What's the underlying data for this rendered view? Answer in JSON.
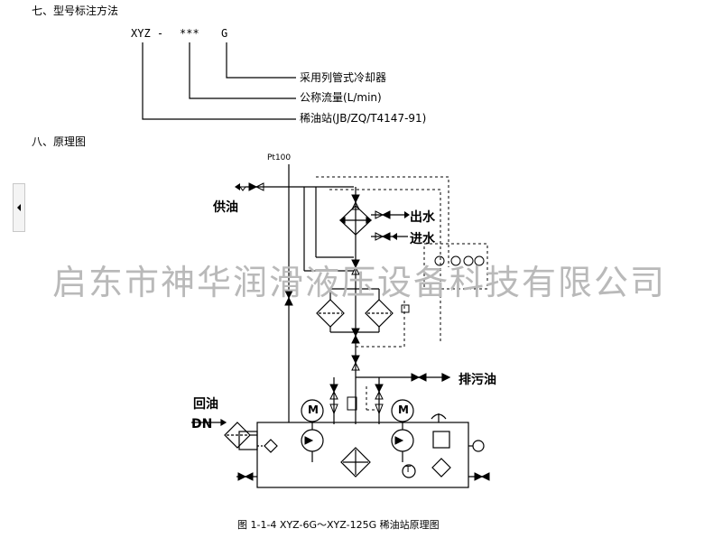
{
  "section7": {
    "title": "七、型号标注方法"
  },
  "model": {
    "xyz": "XYZ -",
    "flow_code": "***",
    "g": "G",
    "labels": {
      "cooler": "采用列管式冷却器",
      "flow": "公称流量(L/min)",
      "station": "稀油站(JB/ZQ/T4147-91)"
    }
  },
  "section8": {
    "title": "八、原理图"
  },
  "diagram": {
    "pt100": "Pt100",
    "supply": "供油",
    "water_out": "出水",
    "water_in": "进水",
    "drain": "排污油",
    "return": "回油",
    "dn": "DN",
    "motor": "M",
    "thermo": "T"
  },
  "watermark": "启东市神华润滑液压设备科技有限公司",
  "caption": "图 1-1-4  XYZ-6G～XYZ-125G 稀油站原理图"
}
